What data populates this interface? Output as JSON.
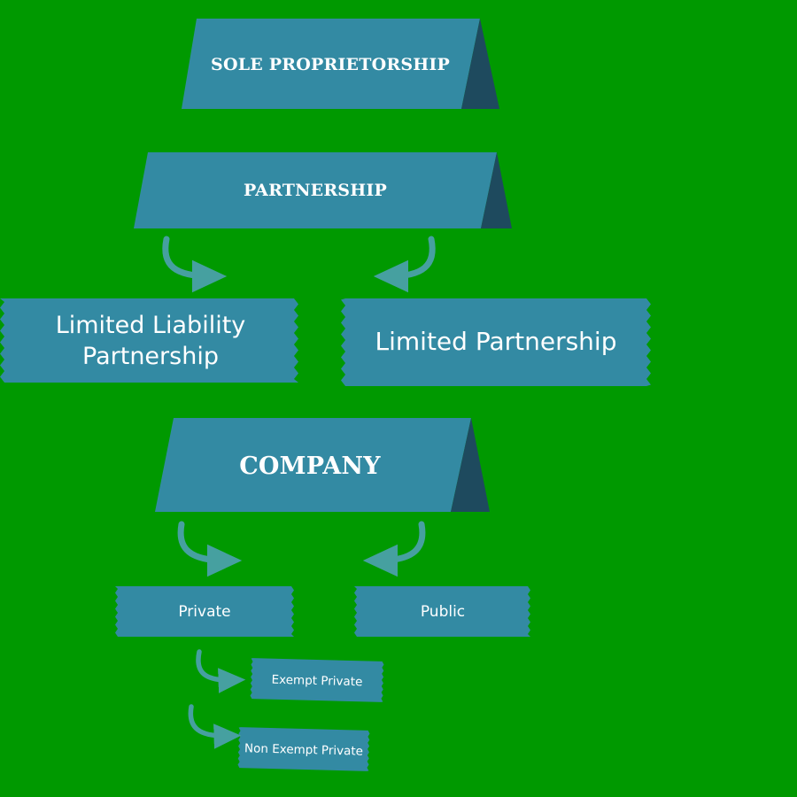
{
  "colors": {
    "background": "#009900",
    "ribbon": "#338aa3",
    "ribbon_fold": "#1e4a5e",
    "arrow": "#46a0a0",
    "text": "#ffffff"
  },
  "banners": {
    "sole_proprietorship": "SOLE PROPRIETORSHIP",
    "partnership": "PARTNERSHIP",
    "company": "COMPANY"
  },
  "tags": {
    "limited_liability_partnership": "Limited Liability Partnership",
    "limited_partnership": "Limited Partnership",
    "private": "Private",
    "public": "Public",
    "exempt_private": "Exempt Private",
    "non_exempt_private": "Non Exempt Private"
  }
}
